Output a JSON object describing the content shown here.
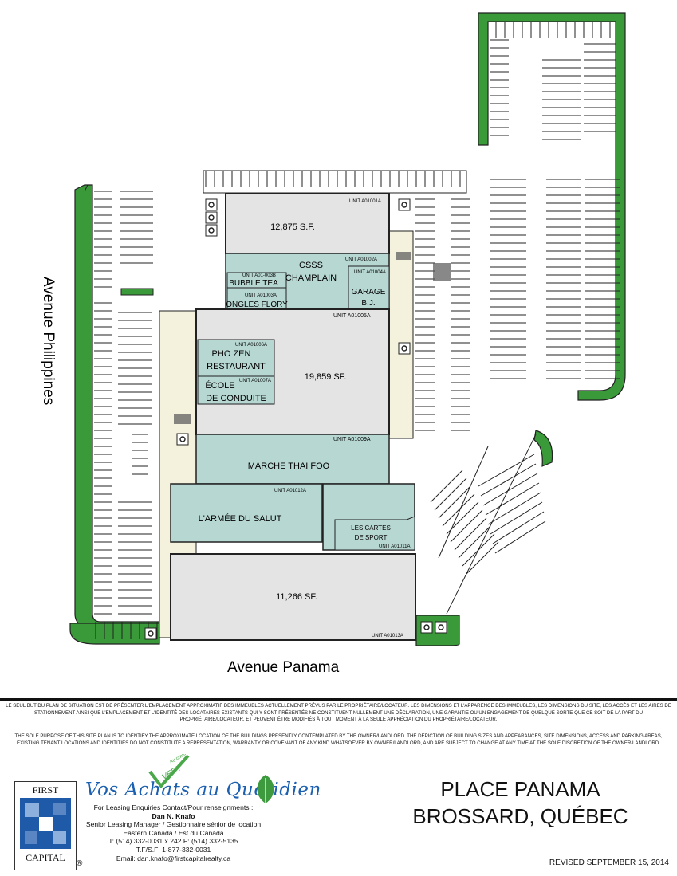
{
  "streets": {
    "west": "Avenue Philippines",
    "south": "Avenue Panama"
  },
  "units": [
    {
      "id": "UNIT A01001A",
      "name": "",
      "area": "12,875 S.F."
    },
    {
      "id": "UNIT A01002A",
      "name_lines": [
        "CSSS",
        "CHAMPLAIN"
      ]
    },
    {
      "id": "UNIT A01-003B",
      "name": "BUBBLE TEA"
    },
    {
      "id": "UNIT A01003A",
      "name": "ONGLES FLORY"
    },
    {
      "id": "UNIT A01004A",
      "name_lines": [
        "GARAGE",
        "B.J."
      ]
    },
    {
      "id": "UNIT A01005A",
      "area": "19,859 SF."
    },
    {
      "id": "UNIT A01006A",
      "name_lines": [
        "PHO ZEN",
        "RESTAURANT"
      ]
    },
    {
      "id": "UNIT A01007A",
      "name_lines": [
        "ÉCOLE",
        "DE CONDUITE"
      ]
    },
    {
      "id": "UNIT A01009A",
      "name": "MARCHE THAI FOO"
    },
    {
      "id": "UNIT A01012A",
      "name": "L'ARMÉE DU SALUT"
    },
    {
      "id": "UNIT A01011A",
      "name_lines": [
        "LES CARTES",
        "DE SPORT"
      ]
    },
    {
      "id": "UNIT A01013A",
      "area": "11,266 SF."
    }
  ],
  "disclaimer": {
    "fr": "LE SEUL BUT DU PLAN DE SITUATION EST DE PRÉSENTER L'EMPLACEMENT APPROXIMATIF DES IMMEUBLES ACTUELLEMENT PRÉVUS PAR LE PROPRIÉTAIRE/LOCATEUR. LES DIMENSIONS ET L'APPARENCE DES IMMEUBLES, LES DIMENSIONS DU SITE, LES ACCÈS ET LES AIRES DE STATIONNEMENT AINSI QUE L'EMPLACEMENT ET L'IDENTITÉ DES LOCATAIRES EXISTANTS QUI Y SONT PRÉSENTÉS NE CONSTITUENT NULLEMENT UNE DÉCLARATION, UNE GARANTIE OU UN ENGAGEMENT DE QUELQUE SORTE QUE CE SOIT DE LA PART DU PROPRIÉTAIRE/LOCATEUR, ET PEUVENT ÊTRE MODIFIÉS À TOUT MOMENT À LA SEULE APPRÉCIATION DU PROPRIÉTAIRE/LOCATEUR.",
    "en": "THE SOLE PURPOSE OF THIS SITE PLAN IS TO IDENTIFY THE APPROXIMATE LOCATION OF THE BUILDINGS PRESENTLY CONTEMPLATED BY THE OWNER/LANDLORD. THE DEPICTION OF BUILDING SIZES AND APPEARANCES, SITE DIMENSIONS, ACCESS AND PARKING AREAS, EXISTING TENANT LOCATIONS AND IDENTITIES DO NOT CONSTITUTE A REPRESENTATION, WARRANTY OR COVENANT OF ANY KIND WHATSOEVER BY OWNER/LANDLORD, AND ARE SUBJECT TO CHANGE AT ANY TIME AT THE SOLE DISCRETION OF THE OWNER/LANDLORD."
  },
  "logo": {
    "line1": "FIRST",
    "line2": "CAPITAL",
    "registered": "®",
    "brand": "Vos Achats au Quotidien",
    "badge": "VERT",
    "badge_small": "Au cœur"
  },
  "contact": {
    "intro": "For Leasing Enquiries Contact/Pour renseignments :",
    "name": "Dan N. Knafo",
    "role": "Senior Leasing Manager / Gestionnaire sénior de location",
    "region": "Eastern Canada / Est du Canada",
    "phone": "T: (514) 332-0031 x 242  F: (514) 332-5135",
    "tollfree": "T.F/S.F:  1-877-332-0031",
    "email": "Email: dan.knafo@firstcapitalrealty.ca"
  },
  "title": {
    "line1": "PLACE PANAMA",
    "line2": "BROSSARD, QUÉBEC"
  },
  "revised": "REVISED SEPTEMBER 15, 2014",
  "colors": {
    "green": "#3a9a3a",
    "teal": "#b7d7d2",
    "grey_unit": "#e4e4e4",
    "sidewalk": "#f4f1dc"
  }
}
